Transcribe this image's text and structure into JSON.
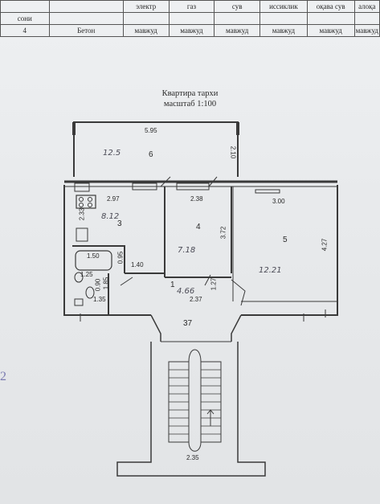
{
  "header_table": {
    "row1": [
      "",
      "",
      "электр",
      "газ",
      "сув",
      "иссиклик",
      "оқава сув",
      "алоқа"
    ],
    "row2": [
      "сони",
      "",
      "",
      "",
      "",
      "",
      "",
      ""
    ],
    "row3": [
      "4",
      "Бетон",
      "мавжуд",
      "мавжуд",
      "мавжуд",
      "мавжуд",
      "мавжуд",
      "мавжуд"
    ]
  },
  "title": {
    "line1": "Квартира тархи",
    "line2": "масштаб 1:100"
  },
  "dimensions": {
    "balcony_width": "5.95",
    "balcony_depth": "2.10",
    "kitchen_width": "2.97",
    "kitchen_depth": "2.33",
    "room4_width": "2.38",
    "room4_depth": "3.72",
    "room5_width": "3.00",
    "room5_depth": "4.27",
    "bath_width": "1.50",
    "bath_depth": "0.95",
    "hall_width": "1.40",
    "wc_width": "1.35",
    "wc_small": "0.90",
    "wc_depth": "1.85",
    "wc_mini": "1.25",
    "corridor_width": "2.37",
    "corridor_depth": "1.27",
    "entrance": "37",
    "stair_width": "2.35"
  },
  "room_numbers": {
    "balcony": "6",
    "kitchen": "3",
    "room4": "4",
    "room5": "5",
    "hall": "1"
  },
  "handwritten": {
    "balcony_area": "12.5",
    "kitchen_area": "8.12",
    "room4_area": "7.18",
    "room5_area": "12.21",
    "hall_area": "4.66"
  },
  "margin_mark": "2"
}
